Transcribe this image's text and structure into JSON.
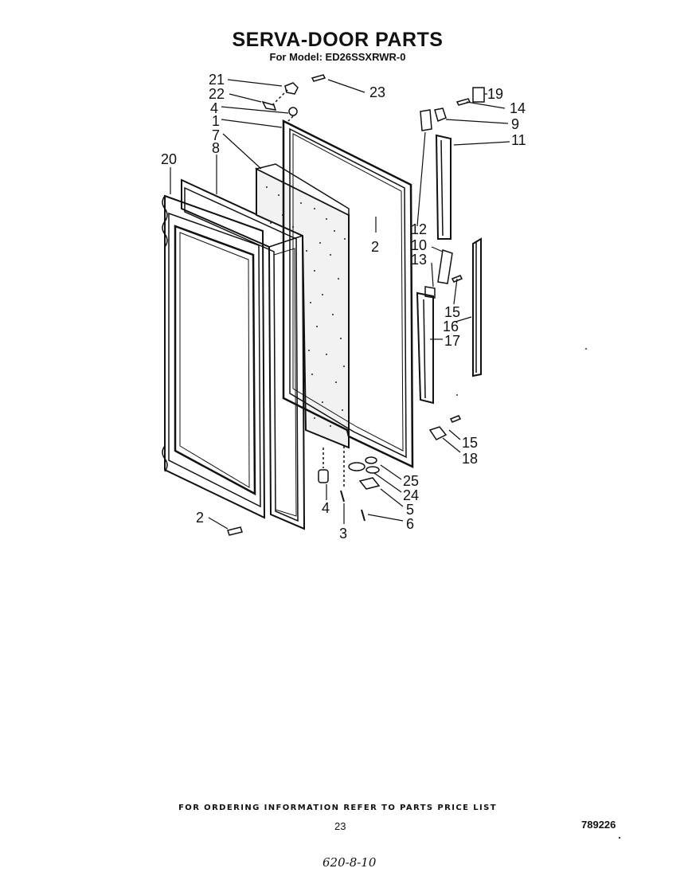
{
  "title": "SERVA-DOOR PARTS",
  "subtitle": "For Model: ED26SSXRWR-0",
  "footer_note": "FOR ORDERING INFORMATION REFER TO PARTS PRICE LIST",
  "page_number": "23",
  "document_number": "789226",
  "handwritten_note": "620-8-10",
  "callouts": {
    "c1": "1",
    "c2a": "2",
    "c2b": "2",
    "c3": "3",
    "c4a": "4",
    "c4b": "4",
    "c5": "5",
    "c6": "6",
    "c7": "7",
    "c8": "8",
    "c9": "9",
    "c10": "10",
    "c11": "11",
    "c12": "12",
    "c13": "13",
    "c14": "14",
    "c15a": "15",
    "c15b": "15",
    "c16": "16",
    "c17": "17",
    "c18": "18",
    "c19": "19",
    "c20": "20",
    "c21": "21",
    "c22": "22",
    "c23": "23",
    "c24": "24",
    "c25": "25"
  }
}
